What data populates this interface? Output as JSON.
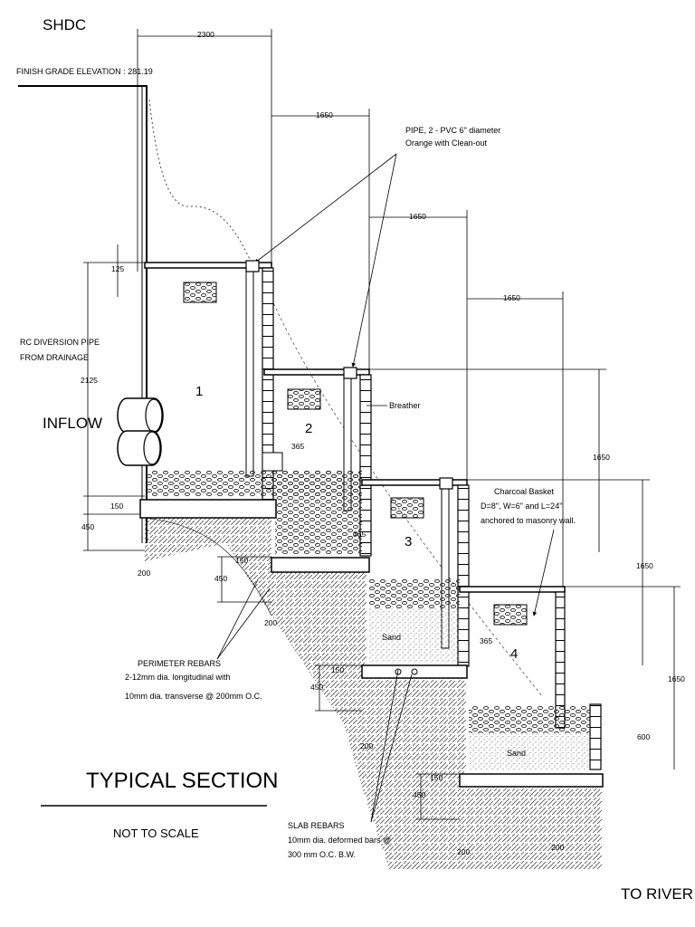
{
  "drawing": {
    "project_code": "SHDC",
    "finish_grade": "FINISH GRADE ELEVATION : 281.19",
    "inflow_label": "INFLOW",
    "rc_pipe_label": [
      "RC DIVERSION PIPE",
      "FROM DRAINAGE"
    ],
    "pipe_note": [
      "PIPE, 2 - PVC 6\" diameter",
      "Orange with Clean-out"
    ],
    "breather": "Breather",
    "charcoal_note": [
      "Charcoal Basket",
      "D=8\", W=6\" and L=24\"",
      "anchored to masonry wall."
    ],
    "perimeter_rebars": [
      "PERIMETER REBARS",
      "2-12mm dia. longitudinal with",
      "10mm dia. transverse @ 200mm O.C."
    ],
    "slab_rebars": [
      "SLAB REBARS",
      "10mm dia. deformed bars @",
      "300 mm O.C. B.W."
    ],
    "title": "TYPICAL SECTION",
    "scale_note": "NOT TO SCALE",
    "to_river": "TO RIVER",
    "sand_label": "Sand",
    "basket_label": [
      "CHARCOAL",
      "BASKET"
    ],
    "chambers": [
      "1",
      "2",
      "3",
      "4"
    ],
    "dimensions": {
      "d2300": "2300",
      "d1650": "1650",
      "d125": "125",
      "d2125": "2125",
      "d365": "365",
      "d150": "150",
      "d450": "450",
      "d200": "200",
      "d600": "600"
    }
  }
}
